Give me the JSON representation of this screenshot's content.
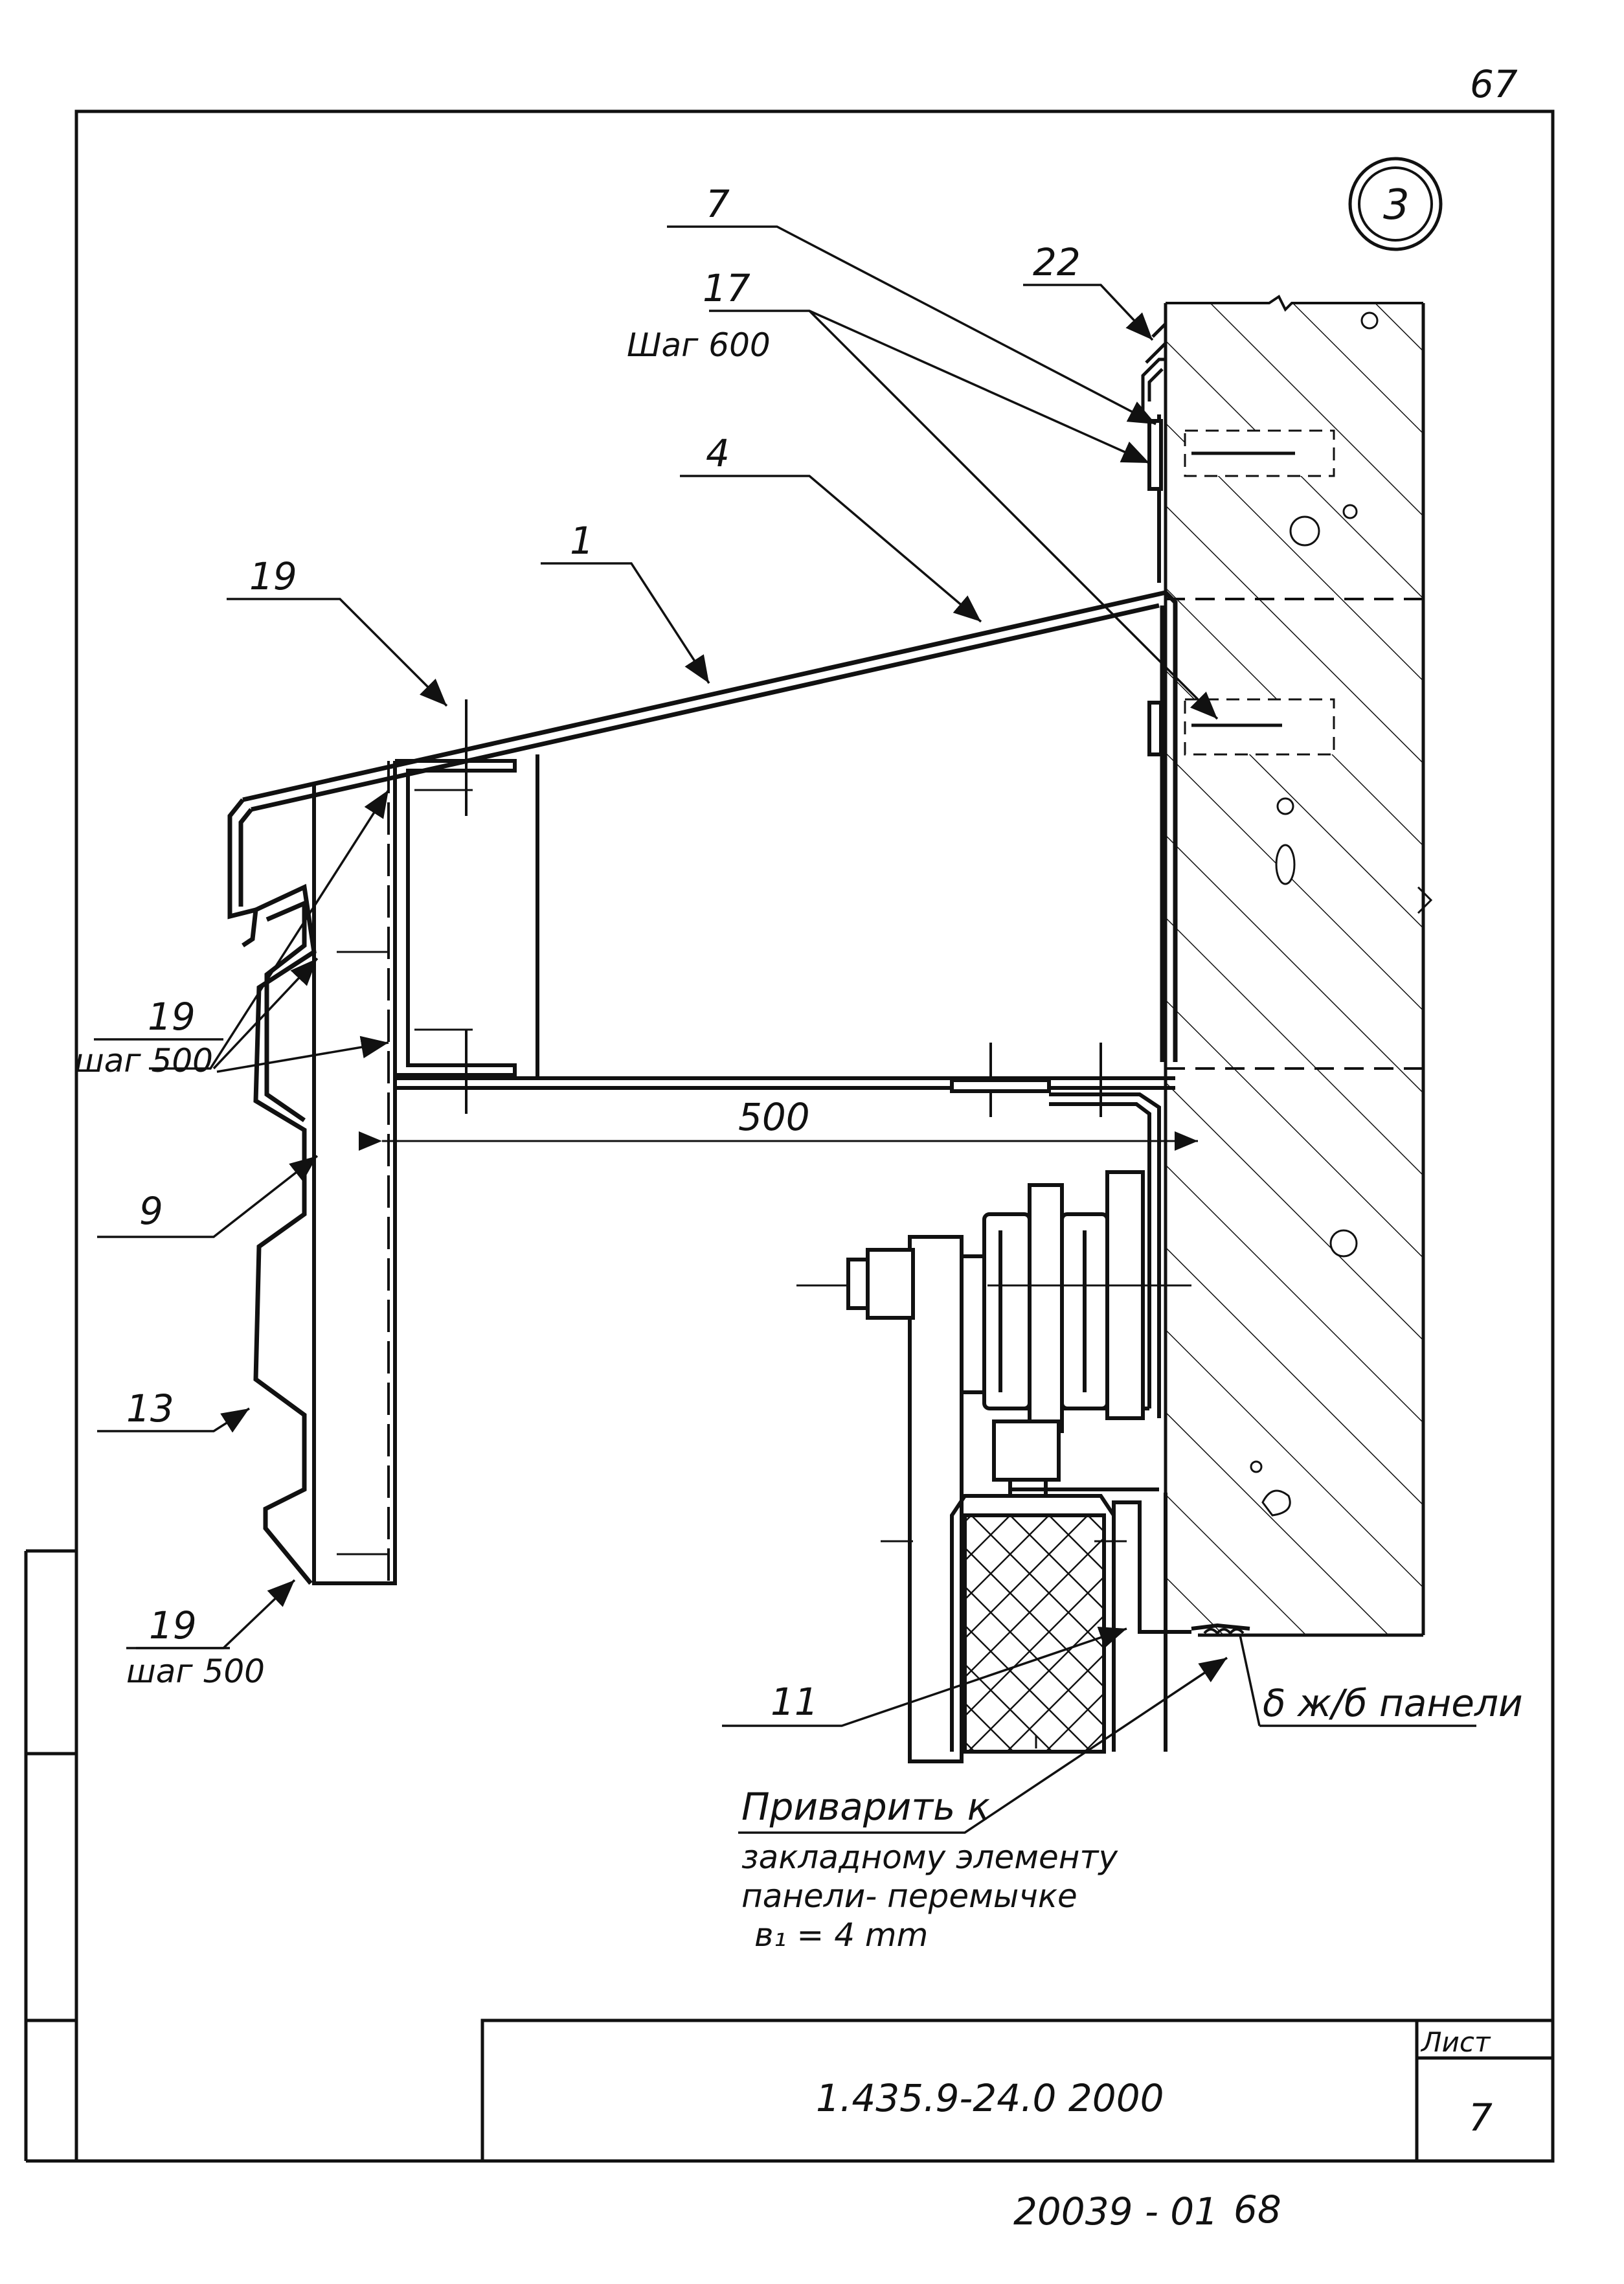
{
  "sheet": {
    "page_number": "67",
    "detail_marker": "3",
    "designation": "1.435.9-24.0 2000",
    "sheet_label": "Лист",
    "sheet_number": "7",
    "archive_number": "20039 - 01",
    "archive_sheet": "68"
  },
  "callouts": {
    "c7": "7",
    "c17": "17",
    "c17_step": "Шаг 600",
    "c22": "22",
    "c4": "4",
    "c1": "1",
    "c19_top": "19",
    "c19_mid": "19",
    "c19_mid_step": "шаг 500",
    "c9": "9",
    "c13": "13",
    "c19_bottom": "19",
    "c19_bottom_step": "шаг 500",
    "c11": "11"
  },
  "dimensions": {
    "width_500": "500"
  },
  "notes": {
    "panel_thickness": "δ ж/б панели",
    "weld_line1": "Приварить к",
    "weld_line2": "закладному элементу",
    "weld_line3": "панели- перемычке",
    "weld_line4": "в₁ = 4 mm"
  },
  "colors": {
    "ink": "#111111",
    "paper": "#ffffff"
  }
}
